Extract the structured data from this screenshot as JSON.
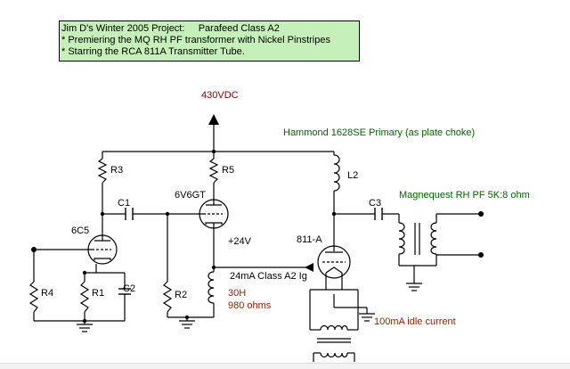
{
  "note": {
    "lines": [
      "Jim D's Winter 2005 Project:     Parafeed Class A2",
      "* Premiering the MQ RH PF transformer with Nickel Pinstripes",
      "* Starring the RCA 811A Transmitter Tube."
    ]
  },
  "labels": {
    "supply": "430VDC",
    "choke_note": "Hammond 1628SE Primary (as plate choke)",
    "output_xfmr": "Magnequest RH PF 5K:8 ohm",
    "tube_6c5": "6C5",
    "tube_6v6": "6V6GT",
    "tube_811": "811-A",
    "r3": "R3",
    "r5": "R5",
    "c1": "C1",
    "c2": "C2",
    "c3": "C3",
    "l2": "L2",
    "r1": "R1",
    "r2": "R2",
    "r4": "R4",
    "bias_voltage": "+24V",
    "grid_current": "24mA Class A2 Ig",
    "choke_30h": "30H",
    "choke_ohms": "980 ohms",
    "idle_current": "100mA idle current"
  },
  "colors": {
    "wire": "#000000",
    "ground": "#000000",
    "label_dark": "#800000",
    "label_green": "#006400",
    "label_brown": "#8b2500",
    "note_bg": "#c6f0b9",
    "bottom_strip": "#f2f2f2"
  },
  "icons": {
    "supply_arrow": "arrow-up-icon",
    "ground": "ground-icon",
    "grid_arrow": "arrow-left-icon"
  }
}
